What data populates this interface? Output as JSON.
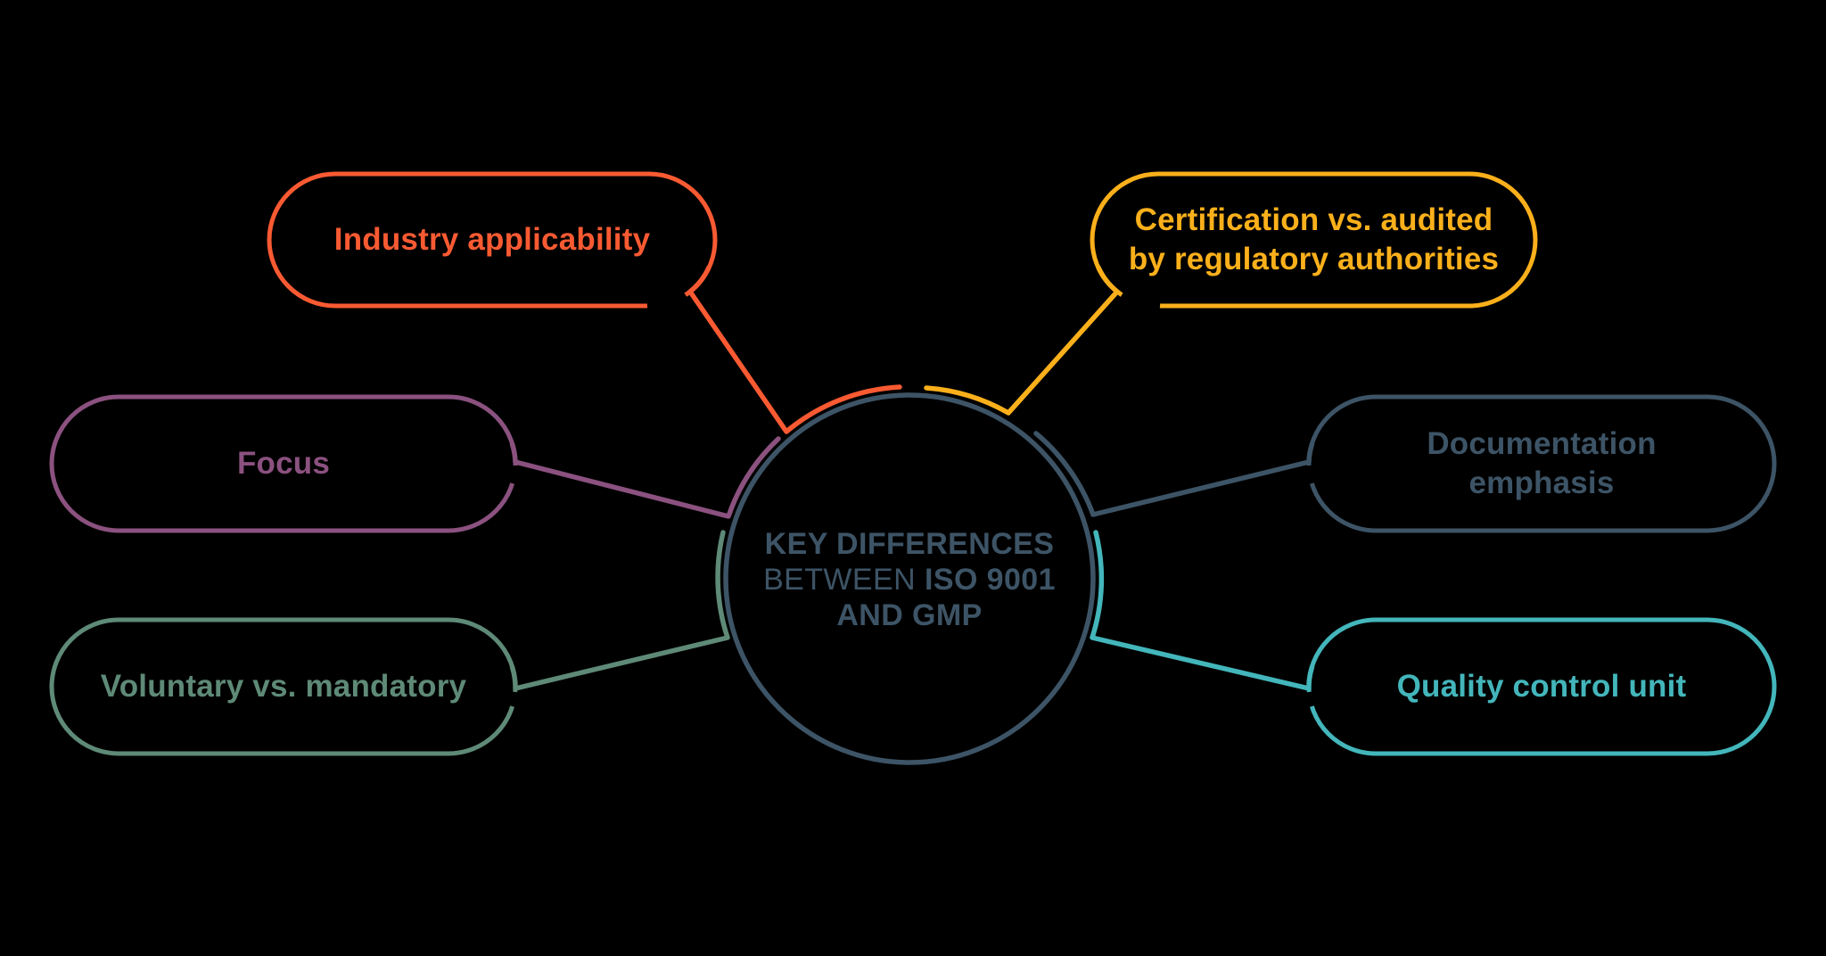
{
  "background_color": "#000000",
  "center_circle": {
    "line1": "KEY DIFFERENCES",
    "line2_light": "BETWEEN",
    "line2_bold": "ISO 9001",
    "line3": "AND GMP",
    "color": "#3D5466"
  },
  "nodes": [
    {
      "id": "industry-applicability",
      "position": "top-left",
      "color": "#F95A32",
      "lines": [
        "Industry applicability"
      ]
    },
    {
      "id": "certification-vs-audited",
      "position": "top-right",
      "color": "#FBB01B",
      "lines": [
        "Certification vs. audited",
        "by regulatory authorities"
      ]
    },
    {
      "id": "focus",
      "position": "middle-left",
      "color": "#8B517F",
      "lines": [
        "Focus"
      ]
    },
    {
      "id": "documentation-emphasis",
      "position": "middle-right",
      "color": "#3D5466",
      "lines": [
        "Documentation",
        "emphasis"
      ]
    },
    {
      "id": "voluntary-vs-mandatory",
      "position": "bottom-left",
      "color": "#5E8A77",
      "lines": [
        "Voluntary vs. mandatory"
      ]
    },
    {
      "id": "quality-control-unit",
      "position": "bottom-right",
      "color": "#43B6BB",
      "lines": [
        "Quality control unit"
      ]
    }
  ]
}
